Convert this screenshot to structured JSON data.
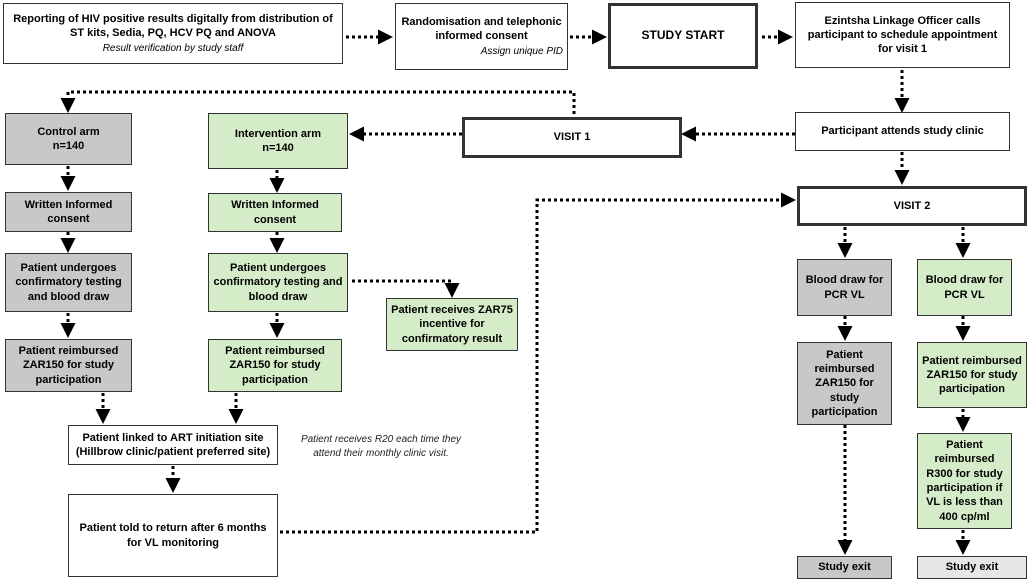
{
  "top_row": {
    "reporting": {
      "text": "Reporting of HIV positive results digitally from distribution of ST kits, Sedia, PQ, HCV PQ and ANOVA",
      "sub": "Result verification by study staff"
    },
    "randomisation": {
      "text": "Randomisation and telephonic informed consent",
      "sub": "Assign unique PID"
    },
    "study_start": "STUDY START",
    "linkage_officer": "Ezintsha  Linkage Officer calls participant to schedule appointment for visit 1"
  },
  "visit1": "VISIT 1",
  "attends_clinic": "Participant  attends study clinic",
  "control_arm": {
    "title": "Control arm",
    "n": "n=140",
    "consent": "Written Informed consent",
    "testing": "Patient undergoes confirmatory testing and blood draw",
    "reimbursed": "Patient reimbursed ZAR150 for study participation"
  },
  "intervention_arm": {
    "title": "Intervention arm",
    "n": "n=140",
    "consent": "Written Informed consent",
    "testing": "Patient undergoes confirmatory testing and blood draw",
    "reimbursed": "Patient reimbursed ZAR150 for study participation",
    "incentive": "Patient receives ZAR75 incentive for confirmatory result"
  },
  "linked_art": "Patient linked to ART initiation site (Hillbrow clinic/patient preferred site)",
  "r20_note": "Patient receives R20  each time they attend their monthly clinic visit.",
  "return_6_months": "Patient told to return after 6 months for VL monitoring",
  "visit2": "VISIT 2",
  "visit2_control": {
    "blood_draw": "Blood draw for PCR VL",
    "reimbursed": "Patient reimbursed ZAR150 for study participation",
    "exit": "Study exit"
  },
  "visit2_intervention": {
    "blood_draw": "Blood draw for PCR VL",
    "reimbursed": "Patient reimbursed ZAR150 for study participation",
    "reimbursed_r300": "Patient reimbursed R300 for study participation  if VL is less than 400 cp/ml",
    "exit": "Study exit"
  },
  "colors": {
    "control_fill": "#c8c8c8",
    "intervention_fill": "#d4ecc8",
    "exit_fill": "#e6e6e6",
    "border": "#333333"
  }
}
